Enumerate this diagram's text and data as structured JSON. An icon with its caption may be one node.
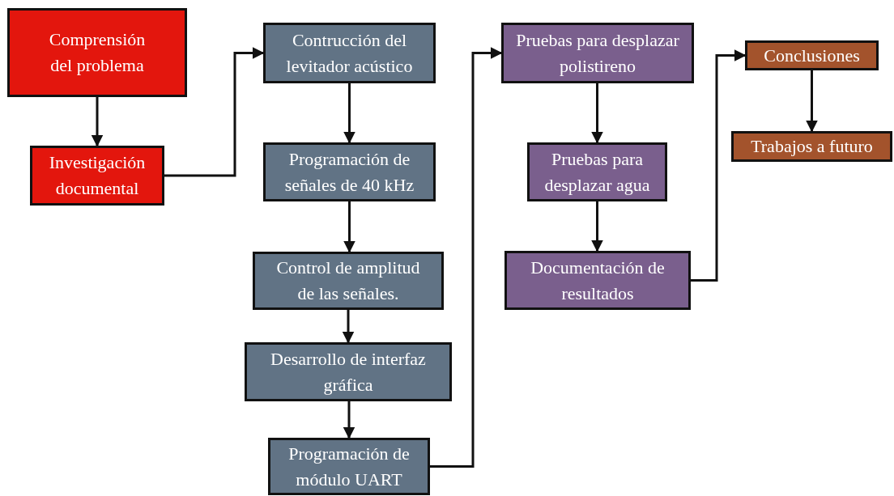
{
  "diagram": {
    "nodes": [
      {
        "text": [
          "Comprensión del problema"
        ]
      },
      {
        "text": [
          "Investigación documental"
        ]
      },
      {
        "text": [
          "Contrucción del levitador acústico"
        ]
      },
      {
        "text": [
          "Programación de señales de 40 kHz"
        ]
      },
      {
        "text": [
          "Control de amplitud de las señales."
        ]
      },
      {
        "text": [
          "Desarrollo de interfaz gráfica"
        ]
      },
      {
        "text": [
          "Programación de módulo UART"
        ]
      },
      {
        "text": [
          "Pruebas para desplazar polistireno"
        ]
      },
      {
        "text": [
          "Pruebas para desplazar agua"
        ]
      },
      {
        "text": [
          "Documentación de resultados"
        ]
      },
      {
        "text": [
          "Conclusiones"
        ]
      },
      {
        "text": [
          "Trabajos a futuro"
        ]
      }
    ],
    "edges": [
      {
        "from": 0,
        "to": 1,
        "arrow": "to"
      },
      {
        "from": 1,
        "to": 2,
        "arrow": "to"
      },
      {
        "from": 2,
        "to": 3,
        "arrow": "to"
      },
      {
        "from": 3,
        "to": 4,
        "arrow": "to"
      },
      {
        "from": 4,
        "to": 5,
        "arrow": "to"
      },
      {
        "from": 5,
        "to": 6,
        "arrow": "to"
      },
      {
        "from": 6,
        "to": 7,
        "arrow": "to"
      },
      {
        "from": 7,
        "to": 8,
        "arrow": "to"
      },
      {
        "from": 8,
        "to": 9,
        "arrow": "to"
      },
      {
        "from": 9,
        "to": 10,
        "arrow": "to"
      },
      {
        "from": 10,
        "to": 11,
        "arrow": "to"
      }
    ]
  }
}
